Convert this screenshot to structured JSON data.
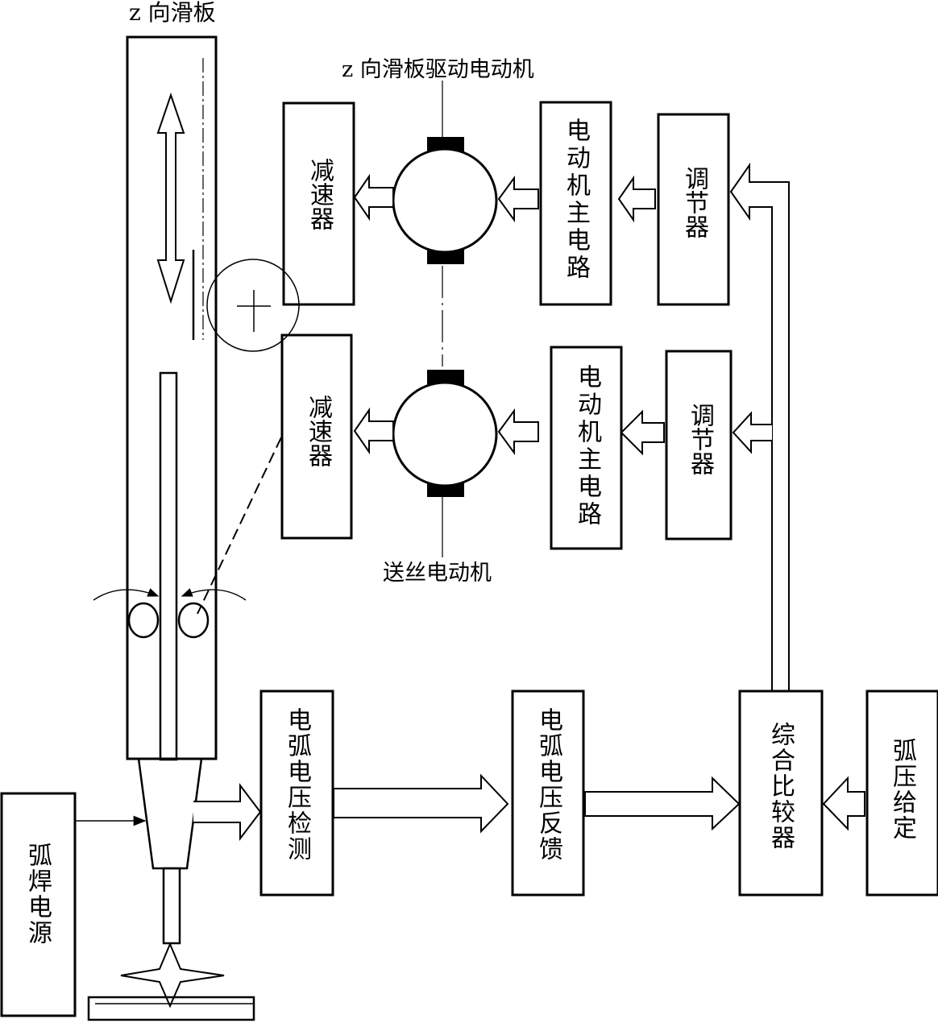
{
  "labels": {
    "z_slide": "z 向滑板",
    "z_motor": "z 向滑板驱动电动机",
    "wire_motor": "送丝电动机"
  },
  "blocks": {
    "reducer_top": "减速器",
    "motor_circuit_top": "电动机主电路",
    "regulator_top": "调节器",
    "reducer_bottom": "减速器",
    "motor_circuit_bottom": "电动机主电路",
    "regulator_bottom": "调节器",
    "arc_detect": "电弧电压检测",
    "arc_feedback": "电弧电压反馈",
    "comparator": "综合比较器",
    "arc_setpoint": "弧压给定",
    "power_source": "弧焊电源"
  }
}
